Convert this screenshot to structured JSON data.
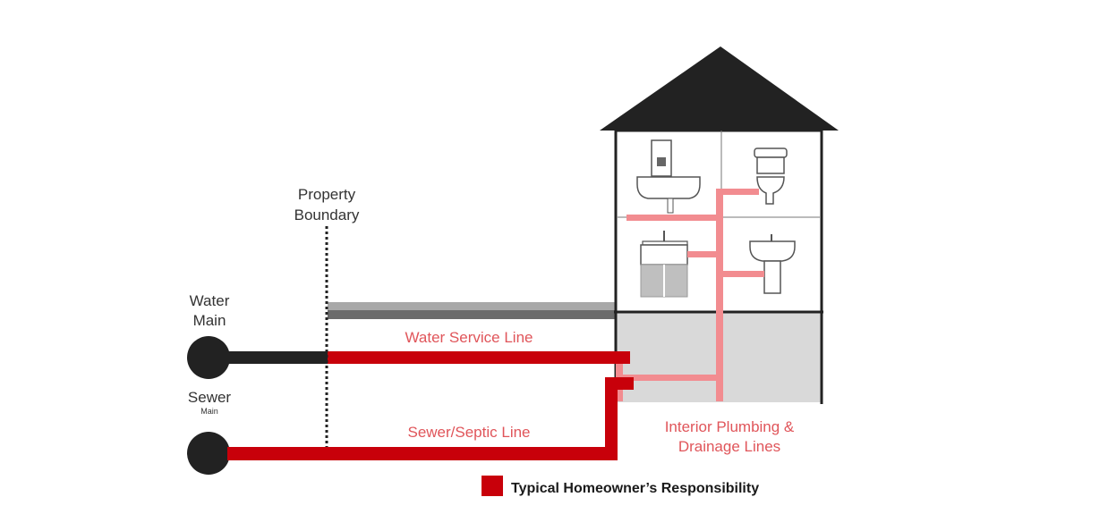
{
  "labels": {
    "property_boundary_1": "Property",
    "property_boundary_2": "Boundary",
    "water_main_1": "Water",
    "water_main_2": "Main",
    "sewer_main_1": "Sewer",
    "sewer_main_2": "Main",
    "water_service_line": "Water Service Line",
    "sewer_septic_line": "Sewer/Septic Line",
    "interior_1": "Interior Plumbing &",
    "interior_2": "Drainage Lines"
  },
  "legend": {
    "label": "Typical Homeowner’s Responsibility",
    "color": "#c8000a"
  },
  "colors": {
    "main_pipe": "#222222",
    "responsibility_pipe": "#c8000a",
    "interior_pipe": "#f28c90",
    "house": "#222222",
    "basement": "#d9d9d9",
    "ground": "#777777",
    "fixture": "#bfbfbf"
  },
  "icons": [
    "water-main-icon",
    "sewer-main-icon",
    "sink-cabinet-icon",
    "toilet-icon",
    "vanity-icon",
    "pedestal-sink-icon"
  ]
}
